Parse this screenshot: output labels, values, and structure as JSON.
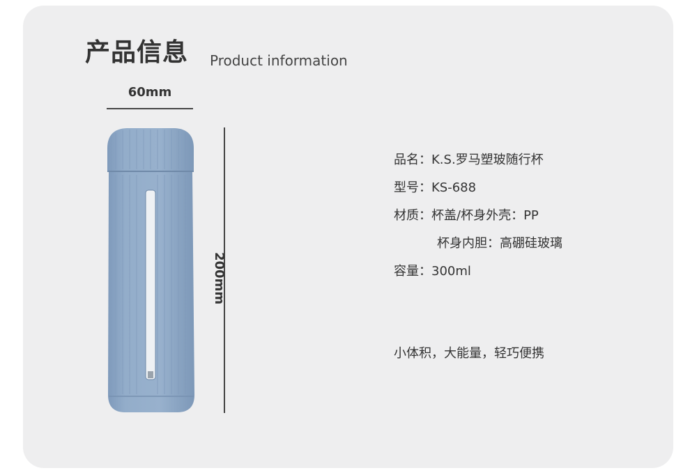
{
  "header": {
    "title_cn": "产品信息",
    "title_en": "Product information"
  },
  "dimensions": {
    "width_label": "60mm",
    "height_label": "200mm"
  },
  "product_image": {
    "color": "#8fa9c6",
    "icon": "bottle-illustration"
  },
  "specs": [
    {
      "text": "品名：K.S.罗马塑玻随行杯"
    },
    {
      "text": "型号：KS-688"
    },
    {
      "text": "材质：杯盖/杯身外壳：PP"
    },
    {
      "text": "杯身内胆：高硼硅玻璃"
    },
    {
      "text": "容量：300ml"
    }
  ],
  "tagline": "小体积，大能量，轻巧便携"
}
